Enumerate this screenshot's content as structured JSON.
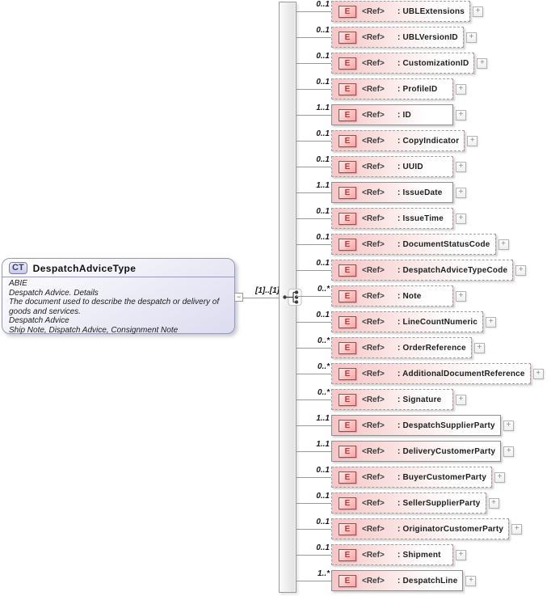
{
  "diagram": {
    "root": {
      "badge": "CT",
      "title": "DespatchAdviceType",
      "annotations": [
        "ABIE",
        "Despatch Advice. Details",
        "The document used to describe the despatch or delivery of goods and services.",
        "Despatch Advice",
        "Ship Note, Dispatch Advice, Consignment Note"
      ],
      "collapse_glyph": "−"
    },
    "connector": {
      "occurrence_label": "[1]..[1]",
      "compositor": "sequence"
    },
    "element_badge": "E",
    "ref_label": "<Ref>",
    "expand_glyph": "+",
    "elements": [
      {
        "cardinality": "0..1",
        "name_label": ": UBLExtensions",
        "required": false
      },
      {
        "cardinality": "0..1",
        "name_label": ": UBLVersionID",
        "required": false
      },
      {
        "cardinality": "0..1",
        "name_label": ": CustomizationID",
        "required": false
      },
      {
        "cardinality": "0..1",
        "name_label": ": ProfileID",
        "required": false
      },
      {
        "cardinality": "1..1",
        "name_label": ": ID",
        "required": true
      },
      {
        "cardinality": "0..1",
        "name_label": ": CopyIndicator",
        "required": false
      },
      {
        "cardinality": "0..1",
        "name_label": ": UUID",
        "required": false
      },
      {
        "cardinality": "1..1",
        "name_label": ": IssueDate",
        "required": true
      },
      {
        "cardinality": "0..1",
        "name_label": ": IssueTime",
        "required": false
      },
      {
        "cardinality": "0..1",
        "name_label": ": DocumentStatusCode",
        "required": false
      },
      {
        "cardinality": "0..1",
        "name_label": ": DespatchAdviceTypeCode",
        "required": false
      },
      {
        "cardinality": "0..*",
        "name_label": ": Note",
        "required": false
      },
      {
        "cardinality": "0..1",
        "name_label": ": LineCountNumeric",
        "required": false
      },
      {
        "cardinality": "0..*",
        "name_label": ": OrderReference",
        "required": false
      },
      {
        "cardinality": "0..*",
        "name_label": ": AdditionalDocumentReference",
        "required": false
      },
      {
        "cardinality": "0..*",
        "name_label": ": Signature",
        "required": false
      },
      {
        "cardinality": "1..1",
        "name_label": ": DespatchSupplierParty",
        "required": true
      },
      {
        "cardinality": "1..1",
        "name_label": ": DeliveryCustomerParty",
        "required": true
      },
      {
        "cardinality": "0..1",
        "name_label": ": BuyerCustomerParty",
        "required": false
      },
      {
        "cardinality": "0..1",
        "name_label": ": SellerSupplierParty",
        "required": false
      },
      {
        "cardinality": "0..1",
        "name_label": ": OriginatorCustomerParty",
        "required": false
      },
      {
        "cardinality": "0..1",
        "name_label": ": Shipment",
        "required": false
      },
      {
        "cardinality": "1..*",
        "name_label": ": DespatchLine",
        "required": true
      }
    ]
  },
  "colors": {
    "element_pink": "#f5c6c6",
    "element_border": "#8f8f8f",
    "badge_border": "#a84848",
    "badge_text": "#c43434",
    "root_lavender": "#dcdcf0",
    "root_border": "#9898b8",
    "line_gray": "#999999"
  }
}
